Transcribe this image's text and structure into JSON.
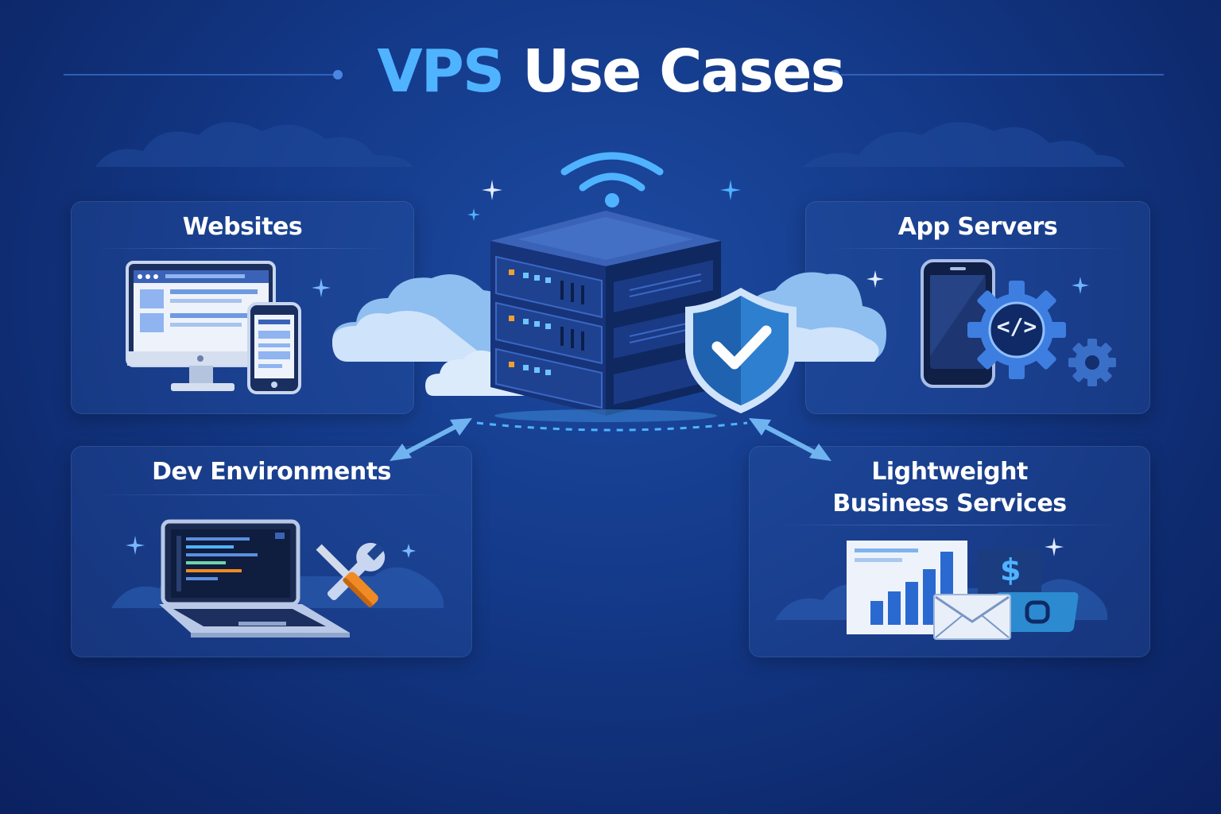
{
  "title": {
    "accent": "VPS",
    "rest": "Use Cases"
  },
  "cards": {
    "websites": "Websites",
    "app_servers": "App Servers",
    "dev_environments": "Dev Environments",
    "business_line1": "Lightweight",
    "business_line2": "Business Services"
  },
  "business_icon_text": "$",
  "code_symbol": "</>",
  "colors": {
    "background": "#143a8a",
    "accent": "#4fb3ff",
    "card": "#28509f",
    "shield": "#2f7fd0",
    "screwdriver": "#f08a24"
  }
}
